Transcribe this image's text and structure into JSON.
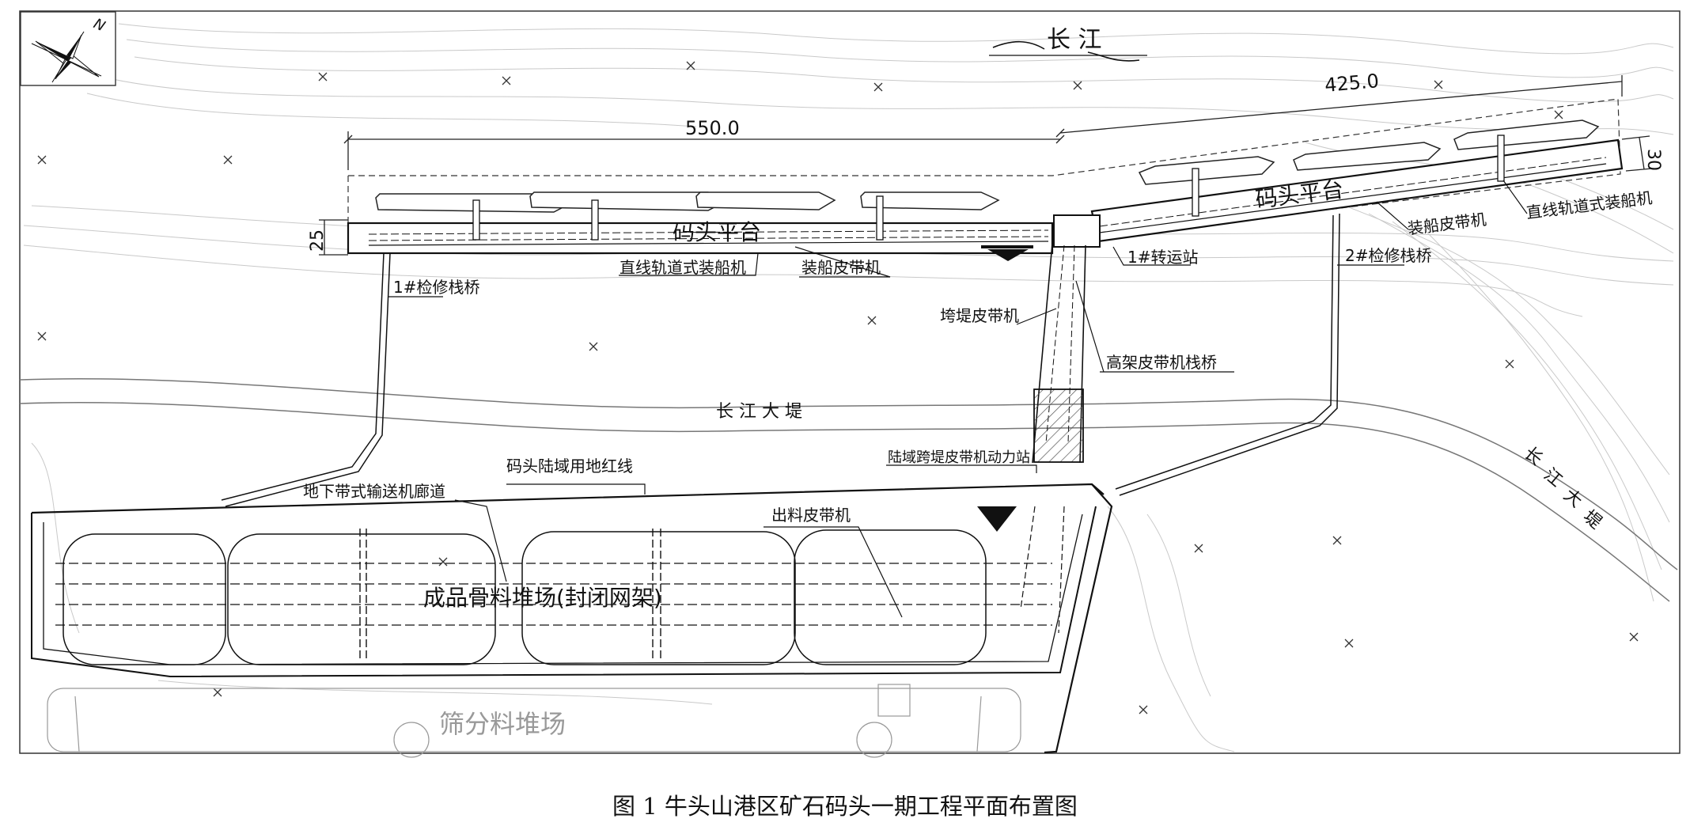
{
  "labels": {
    "river": "长 江",
    "dim_left": "550.0",
    "dim_right": "425.0",
    "dim_left_width": "25",
    "dim_right_width": "30",
    "wharf_left": "码头平台",
    "wharf_right": "码头平台",
    "shiploader_left": "直线轨道式装船机",
    "shiploader_right": "直线轨道式装船机",
    "loading_conveyor_left": "装船皮带机",
    "loading_conveyor_right": "装船皮带机",
    "maintenance_bridge_1": "1#检修栈桥",
    "maintenance_bridge_2": "2#检修栈桥",
    "transfer_station": "1#转运站",
    "dike_crossing_conveyor": "垮堤皮带机",
    "elevated_trestle": "高架皮带机栈桥",
    "levee": "长 江 大 堤",
    "levee_vertical": [
      "长",
      "江",
      "大",
      "堤"
    ],
    "red_line": "码头陆域用地红线",
    "power_station": "陆域跨堤皮带机动力站",
    "underground_gallery": "地下带式输送机廊道",
    "outfeed_conveyor": "出料皮带机",
    "stockyard": "成品骨料堆场(封闭网架)",
    "screening_yard": "筛分料堆场"
  },
  "compass": {
    "north_label": "N",
    "icon": "north-arrow-icon"
  },
  "caption": "图 1 牛头山港区矿石码头一期工程平面布置图"
}
